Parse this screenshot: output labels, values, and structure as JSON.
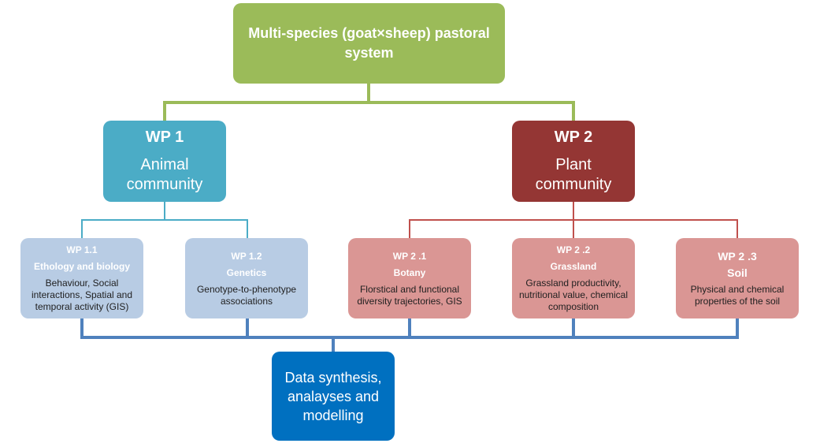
{
  "root": {
    "title": "Multi-species (goat×sheep) pastoral system"
  },
  "wp1": {
    "code": "WP 1",
    "title": "Animal community",
    "subs": [
      {
        "code": "WP 1.1",
        "name": "Ethology and biology",
        "description": "Behaviour, Social interactions, Spatial and temporal activity (GIS)"
      },
      {
        "code": "WP 1.2",
        "name": "Genetics",
        "description": "Genotype-to-phenotype associations"
      }
    ]
  },
  "wp2": {
    "code": "WP 2",
    "title": "Plant community",
    "subs": [
      {
        "code": "WP 2 .1",
        "name": "Botany",
        "description": "Florstical and functional diversity trajectories, GIS"
      },
      {
        "code": "WP 2 .2",
        "name": "Grassland",
        "description": "Grassland productivity, nutritional value, chemical composition"
      },
      {
        "code": "WP 2 .3",
        "name": "Soil",
        "description": "Physical and chemical properties of the soil"
      }
    ]
  },
  "synthesis": {
    "title": "Data synthesis, analayses and modelling"
  },
  "colors": {
    "root": "#9bbb59",
    "wp1": "#4bacc6",
    "wp1_sub": "#b8cce4",
    "wp2": "#943634",
    "wp2_sub": "#da9694",
    "synthesis": "#0070c0",
    "connector_root": "#9bbb59",
    "connector_wp1": "#4bacc6",
    "connector_wp2": "#c0504d",
    "connector_synthesis": "#4f81bd"
  }
}
